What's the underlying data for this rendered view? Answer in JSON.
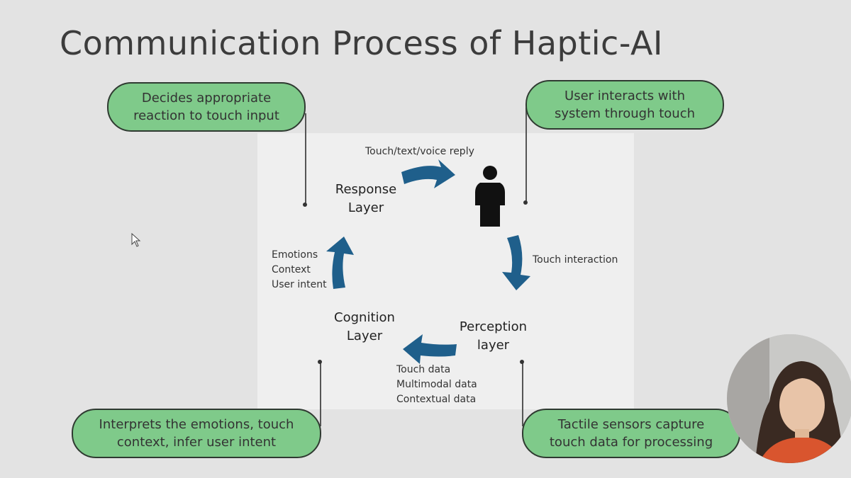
{
  "slide": {
    "title": "Communication Process of Haptic-AI"
  },
  "callouts": {
    "top_left": "Decides appropriate\nreaction to touch input",
    "top_right": "User interacts with\nsystem through touch",
    "bottom_left": "Interprets the emotions, touch\ncontext, infer user intent",
    "bottom_right": "Tactile sensors capture\ntouch data for processing"
  },
  "diagram": {
    "response_layer": "Response\nLayer",
    "cognition_layer": "Cognition\nLayer",
    "perception_layer": "Perception\nlayer",
    "reply_label": "Touch/text/voice reply",
    "touch_interaction_label": "Touch interaction",
    "cognition_inputs": "Emotions\nContext\nUser intent",
    "perception_outputs": "Touch data\nMultimodal data\nContextual data"
  },
  "colors": {
    "callout_fill": "#7fca8a",
    "arrow_fill": "#1f5f8b",
    "background": "#e3e3e3",
    "panel": "#efefef"
  },
  "icons": {
    "user": "person-icon",
    "pointer": "cursor-icon"
  }
}
